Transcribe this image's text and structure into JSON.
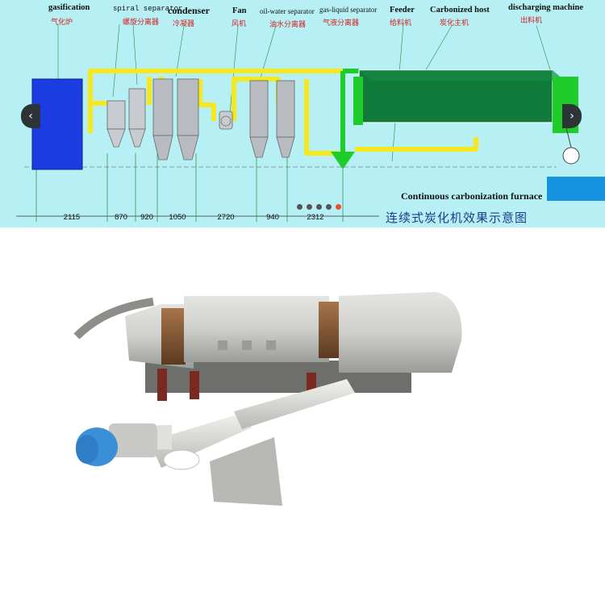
{
  "diagram": {
    "labels": {
      "gasification": {
        "en": "gasification",
        "zh": "气化炉"
      },
      "spiral_separator": {
        "en": "spiral separator",
        "zh": "螺旋分离器"
      },
      "condenser": {
        "en": "condenser",
        "zh": "冷凝器"
      },
      "fan": {
        "en": "Fan",
        "zh": "风机"
      },
      "oil_water_separator": {
        "en": "oil-water separator",
        "zh": "油水分离器"
      },
      "gas_liquid_separator": {
        "en": "gas-liquid separator",
        "zh": "气液分离器"
      },
      "feeder": {
        "en": "Feeder",
        "zh": "给料机"
      },
      "carbonized_host": {
        "en": "Carbonized host",
        "zh": "炭化主机"
      },
      "discharging_machine": {
        "en": "discharging machine",
        "zh": "出料机"
      }
    },
    "dimensions": [
      "2115",
      "870",
      "920",
      "1050",
      "2720",
      "940",
      "2312"
    ],
    "caption_en": "Continuous carbonization furnace",
    "caption_zh": "连续式炭化机效果示意图",
    "carousel": {
      "prev_icon": "chevron-left-icon",
      "next_icon": "chevron-right-icon",
      "dot_count": 5,
      "active_dot": 4
    }
  },
  "colors": {
    "diagram_bg": "#b6f0f5",
    "gasifier_blue": "#1a3ce0",
    "pipe_yellow": "#f5e81c",
    "feeder_green": "#1ecc2a",
    "host_green": "#0f7a3a",
    "machine_grey": "#d4d4d0",
    "motor_blue": "#3a8fd8",
    "dimension_text": "#111111",
    "chinese_label": "#d42020",
    "caption_zh": "#1d3c8c"
  }
}
